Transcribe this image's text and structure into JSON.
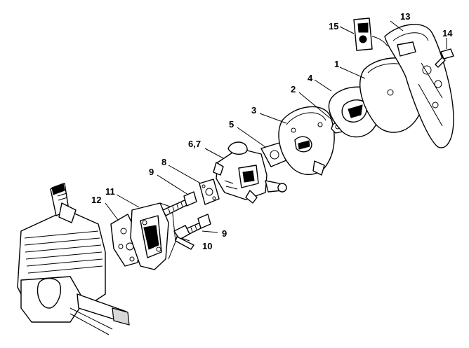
{
  "callouts": [
    {
      "id": "c1",
      "text": "1"
    },
    {
      "id": "c2",
      "text": "2"
    },
    {
      "id": "c3",
      "text": "3"
    },
    {
      "id": "c4",
      "text": "4"
    },
    {
      "id": "c5",
      "text": "5"
    },
    {
      "id": "c67",
      "text": "6,7"
    },
    {
      "id": "c8",
      "text": "8"
    },
    {
      "id": "c9a",
      "text": "9"
    },
    {
      "id": "c9b",
      "text": "9"
    },
    {
      "id": "c10",
      "text": "10"
    },
    {
      "id": "c11",
      "text": "11"
    },
    {
      "id": "c12",
      "text": "12"
    },
    {
      "id": "c13",
      "text": "13"
    },
    {
      "id": "c14",
      "text": "14"
    },
    {
      "id": "c15",
      "text": "15"
    }
  ]
}
